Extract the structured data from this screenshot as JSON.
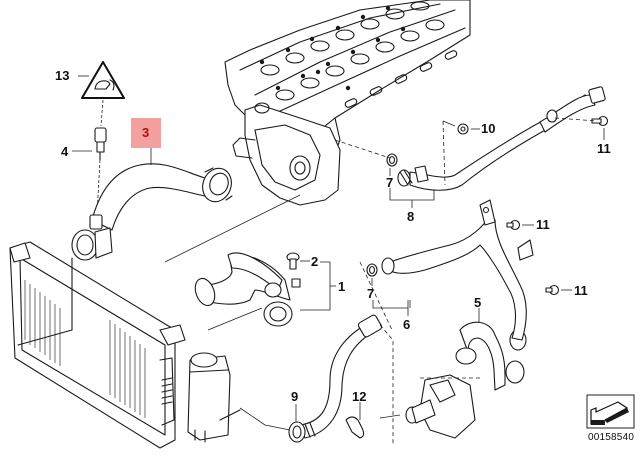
{
  "diagram": {
    "title": "Cooling system water hoses",
    "highlight_color": "#f4a0a0",
    "selected_callout": "3",
    "document_number": "00158540",
    "callouts": [
      {
        "id": "c13",
        "label": "13",
        "part": "warning-triangle-label"
      },
      {
        "id": "c4",
        "label": "4",
        "part": "temperature-sensor"
      },
      {
        "id": "c3",
        "label": "3",
        "part": "upper-radiator-hose",
        "highlighted": true
      },
      {
        "id": "c10",
        "label": "10",
        "part": "nut"
      },
      {
        "id": "c11a",
        "label": "11",
        "part": "bolt"
      },
      {
        "id": "c7a",
        "label": "7",
        "part": "o-ring"
      },
      {
        "id": "c8",
        "label": "8",
        "part": "coolant-pipe-upper"
      },
      {
        "id": "c11b",
        "label": "11",
        "part": "bolt"
      },
      {
        "id": "c2",
        "label": "2",
        "part": "screw"
      },
      {
        "id": "c1",
        "label": "1",
        "part": "lower-radiator-hose"
      },
      {
        "id": "c7b",
        "label": "7",
        "part": "o-ring"
      },
      {
        "id": "c11c",
        "label": "11",
        "part": "bolt"
      },
      {
        "id": "c5",
        "label": "5",
        "part": "water-pump-hose"
      },
      {
        "id": "c6",
        "label": "6",
        "part": "coolant-pipe-lower"
      },
      {
        "id": "c9",
        "label": "9",
        "part": "expansion-tank-hose"
      },
      {
        "id": "c12",
        "label": "12",
        "part": "hose-clip"
      }
    ],
    "icons": {
      "warning": "warning-triangle-icon",
      "corner_arrow": "corner-arrow-icon"
    }
  }
}
